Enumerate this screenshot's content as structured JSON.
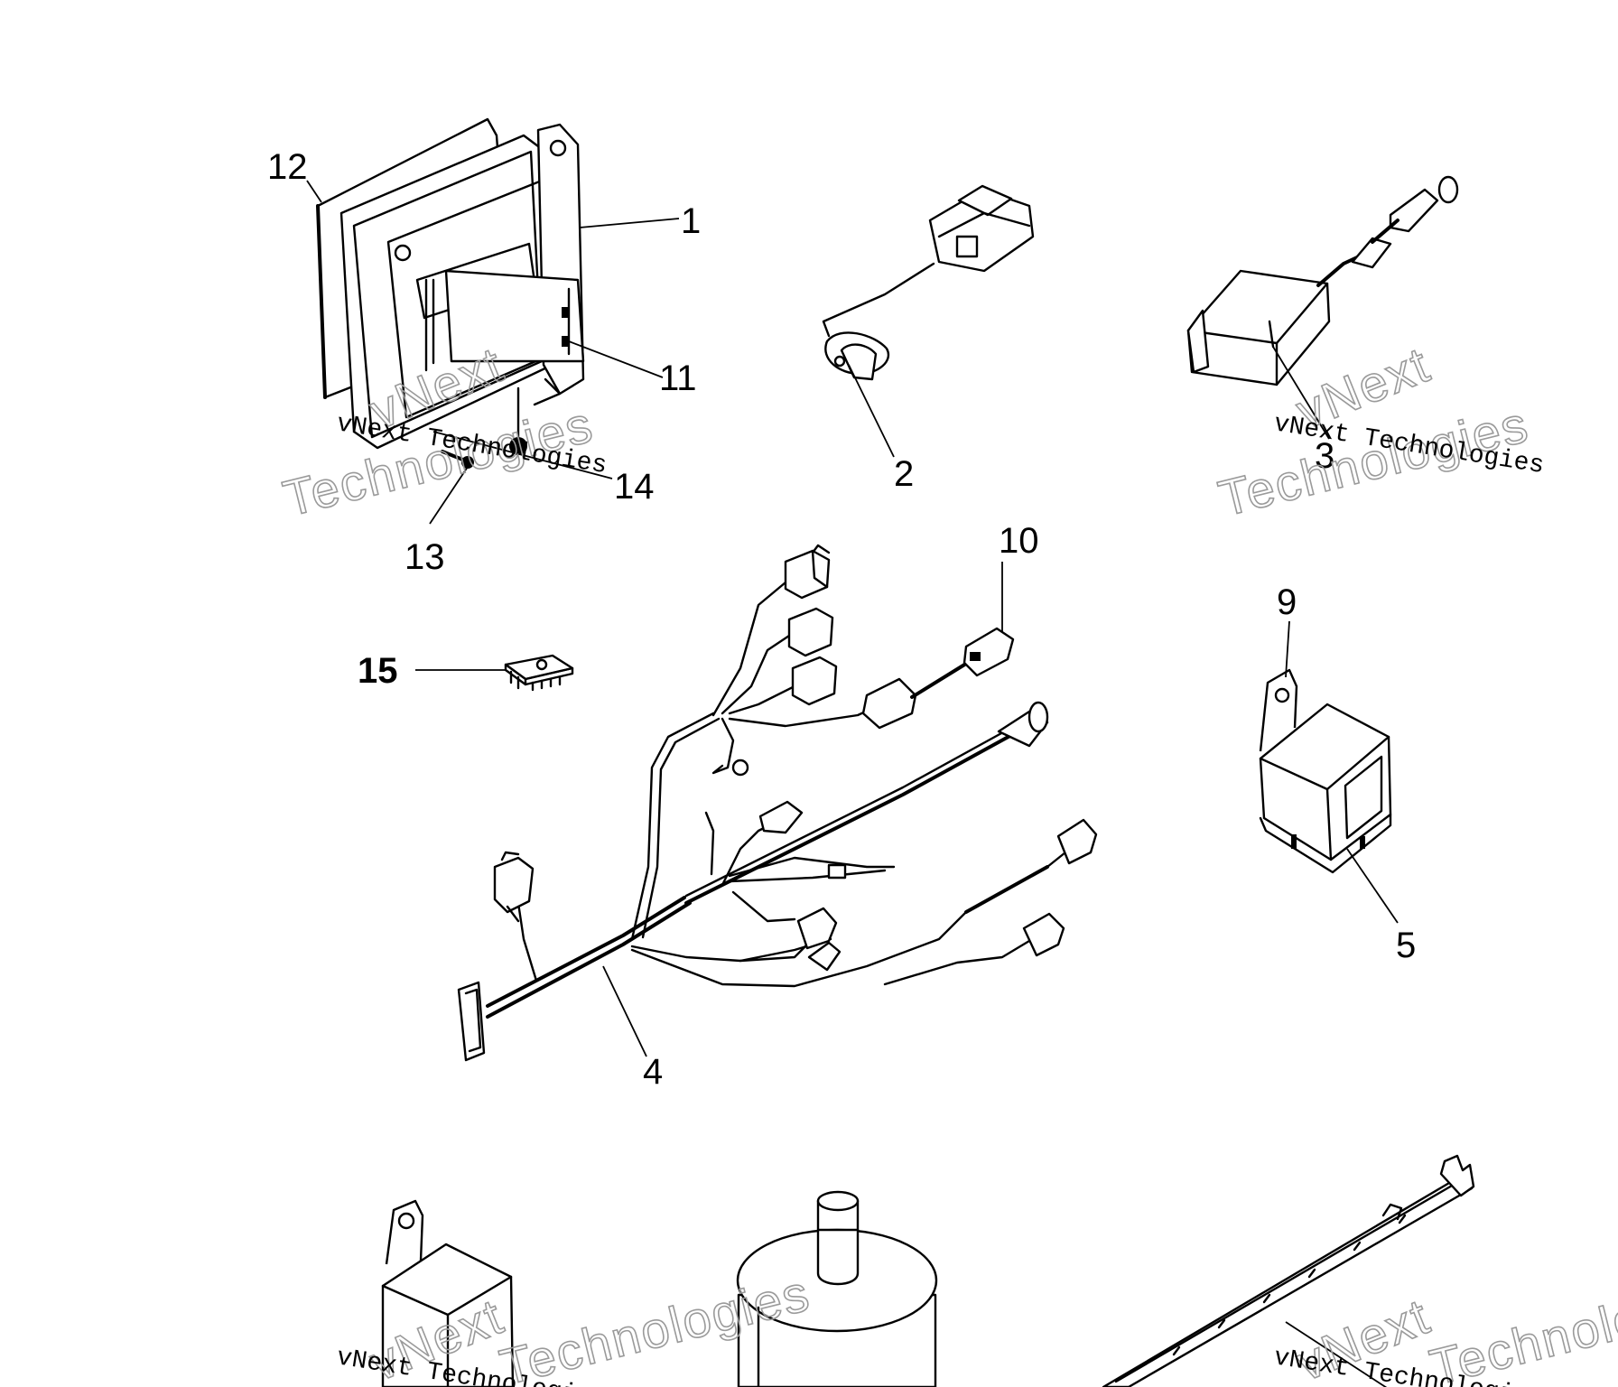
{
  "callouts": {
    "c1": "1",
    "c2": "2",
    "c3": "3",
    "c4": "4",
    "c5": "5",
    "c9": "9",
    "c10": "10",
    "c11": "11",
    "c12": "12",
    "c13": "13",
    "c14": "14",
    "c15": "15"
  },
  "watermark": {
    "brand": "vNext",
    "word": "Technologies",
    "line": "vNext Technologies"
  }
}
